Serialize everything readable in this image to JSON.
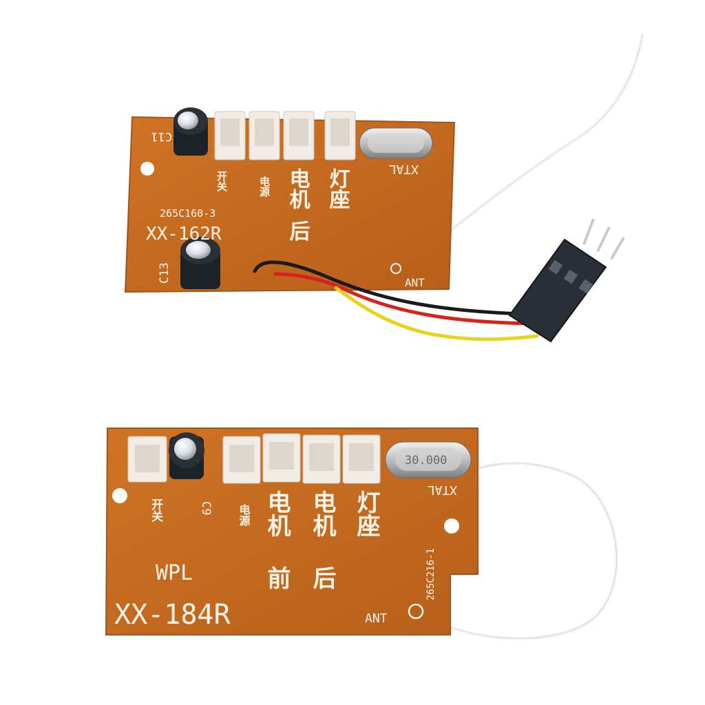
{
  "colors": {
    "pcb": "#c66a1e",
    "pcb_edge": "#a4531a",
    "silkscreen": "#fbf3e6",
    "connector": "#f1ede6",
    "wire_black": "#1a1a1a",
    "wire_red": "#d8231b",
    "wire_yellow": "#e8d21c",
    "antenna": "#ffffff"
  },
  "board_top": {
    "model": "XX-162R",
    "code": "265C160-3",
    "cap_upper_label": "C11",
    "cap_lower_label": "C13",
    "switch_label": "开关",
    "power_label": "电源",
    "motor_line1": "电机",
    "motor_line2": "后",
    "light_line1": "灯座",
    "crystal_label": "XTAL",
    "antenna_label": "ANT"
  },
  "board_bottom": {
    "brand": "WPL",
    "model": "XX-184R",
    "code": "265C216-1",
    "cap_label": "C9",
    "switch_label": "开关",
    "power_label": "电源",
    "front_motor_line1": "电机",
    "front_motor_line2": "前",
    "rear_motor_line1": "电机",
    "rear_motor_line2": "后",
    "light_line1": "灯座",
    "crystal_label": "XTAL",
    "crystal_marking": "30.000",
    "antenna_label": "ANT"
  }
}
